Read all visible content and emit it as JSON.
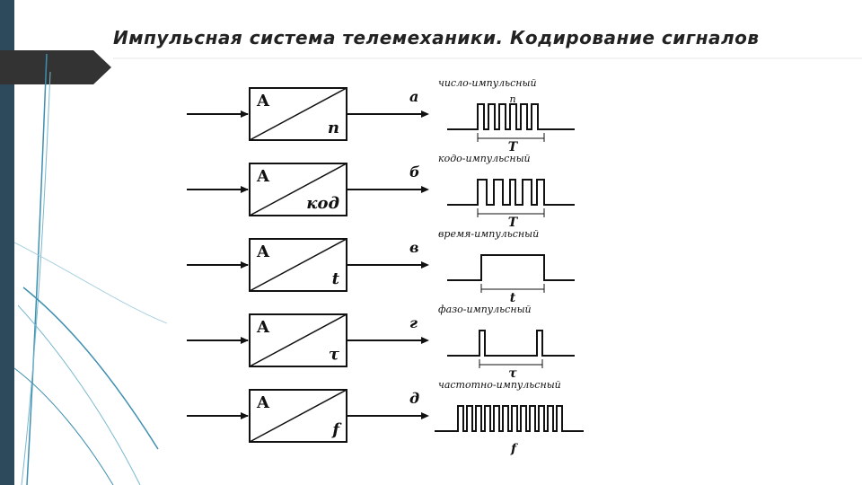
{
  "slide": {
    "title": "Импульсная система телемеханики. Кодирование сигналов",
    "accent_color": "#2d4a5c",
    "tab_color": "#333333"
  },
  "diagram": {
    "rows": [
      {
        "box_top": "A",
        "box_bottom": "n",
        "output_letter": "а",
        "encoding_label": "число-импульсный",
        "extra_label": "n",
        "width_label": "T"
      },
      {
        "box_top": "A",
        "box_bottom": "код",
        "output_letter": "б",
        "encoding_label": "кодо-импульсный",
        "width_label": "T"
      },
      {
        "box_top": "A",
        "box_bottom": "t",
        "output_letter": "в",
        "encoding_label": "время-импульсный",
        "width_label": "t"
      },
      {
        "box_top": "A",
        "box_bottom": "τ",
        "output_letter": "г",
        "encoding_label": "фазо-импульсный",
        "width_label": "τ"
      },
      {
        "box_top": "A",
        "box_bottom": "f",
        "output_letter": "д",
        "encoding_label": "частотно-импульсный",
        "width_label": "f"
      }
    ]
  }
}
